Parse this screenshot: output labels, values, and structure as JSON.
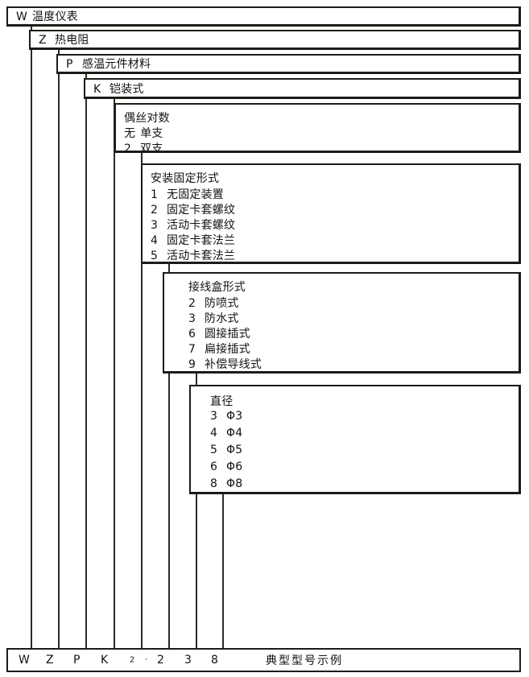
{
  "diagram": {
    "title_note": "典型型号示例",
    "levels": [
      {
        "key": "instrument",
        "code": "W",
        "header": "温度仪表",
        "options": []
      },
      {
        "key": "type",
        "code": "Z",
        "header": "热电阻",
        "options": []
      },
      {
        "key": "element_material",
        "code": "P",
        "header": "感温元件材料",
        "options": []
      },
      {
        "key": "structure",
        "code": "K",
        "header": "铠装式",
        "options": []
      },
      {
        "key": "wire_pairs",
        "code": "",
        "header": "偶丝对数",
        "options": [
          {
            "code": "无",
            "label": "单支"
          },
          {
            "code": "2",
            "label": "双支"
          }
        ]
      },
      {
        "key": "mounting",
        "code": "",
        "header": "安装固定形式",
        "options": [
          {
            "code": "1",
            "label": "无固定装置"
          },
          {
            "code": "2",
            "label": "固定卡套螺纹"
          },
          {
            "code": "3",
            "label": "活动卡套螺纹"
          },
          {
            "code": "4",
            "label": "固定卡套法兰"
          },
          {
            "code": "5",
            "label": "活动卡套法兰"
          }
        ]
      },
      {
        "key": "junction_box",
        "code": "",
        "header": "接线盒形式",
        "options": [
          {
            "code": "2",
            "label": "防喷式"
          },
          {
            "code": "3",
            "label": "防水式"
          },
          {
            "code": "6",
            "label": "圆接插式"
          },
          {
            "code": "7",
            "label": "扁接插式"
          },
          {
            "code": "9",
            "label": "补偿导线式"
          }
        ]
      },
      {
        "key": "diameter",
        "code": "",
        "header": "直径",
        "options": [
          {
            "code": "3",
            "label": "Φ3"
          },
          {
            "code": "4",
            "label": "Φ4"
          },
          {
            "code": "5",
            "label": "Φ5"
          },
          {
            "code": "6",
            "label": "Φ6"
          },
          {
            "code": "8",
            "label": "Φ8"
          }
        ]
      }
    ],
    "legend": {
      "cells": [
        {
          "text": "W",
          "style": "normal"
        },
        {
          "text": "Z",
          "style": "normal"
        },
        {
          "text": "P",
          "style": "normal"
        },
        {
          "text": "K",
          "style": "normal"
        },
        {
          "text": "2",
          "style": "small"
        },
        {
          "text": "·",
          "style": "dot"
        },
        {
          "text": "2",
          "style": "normal"
        },
        {
          "text": "3",
          "style": "normal"
        },
        {
          "text": "8",
          "style": "normal"
        }
      ],
      "note": "典型型号示例"
    },
    "colors": {
      "border": "#1b1b17",
      "leader": "#2b2b22",
      "text": "#121210",
      "background": "#ffffff"
    }
  }
}
